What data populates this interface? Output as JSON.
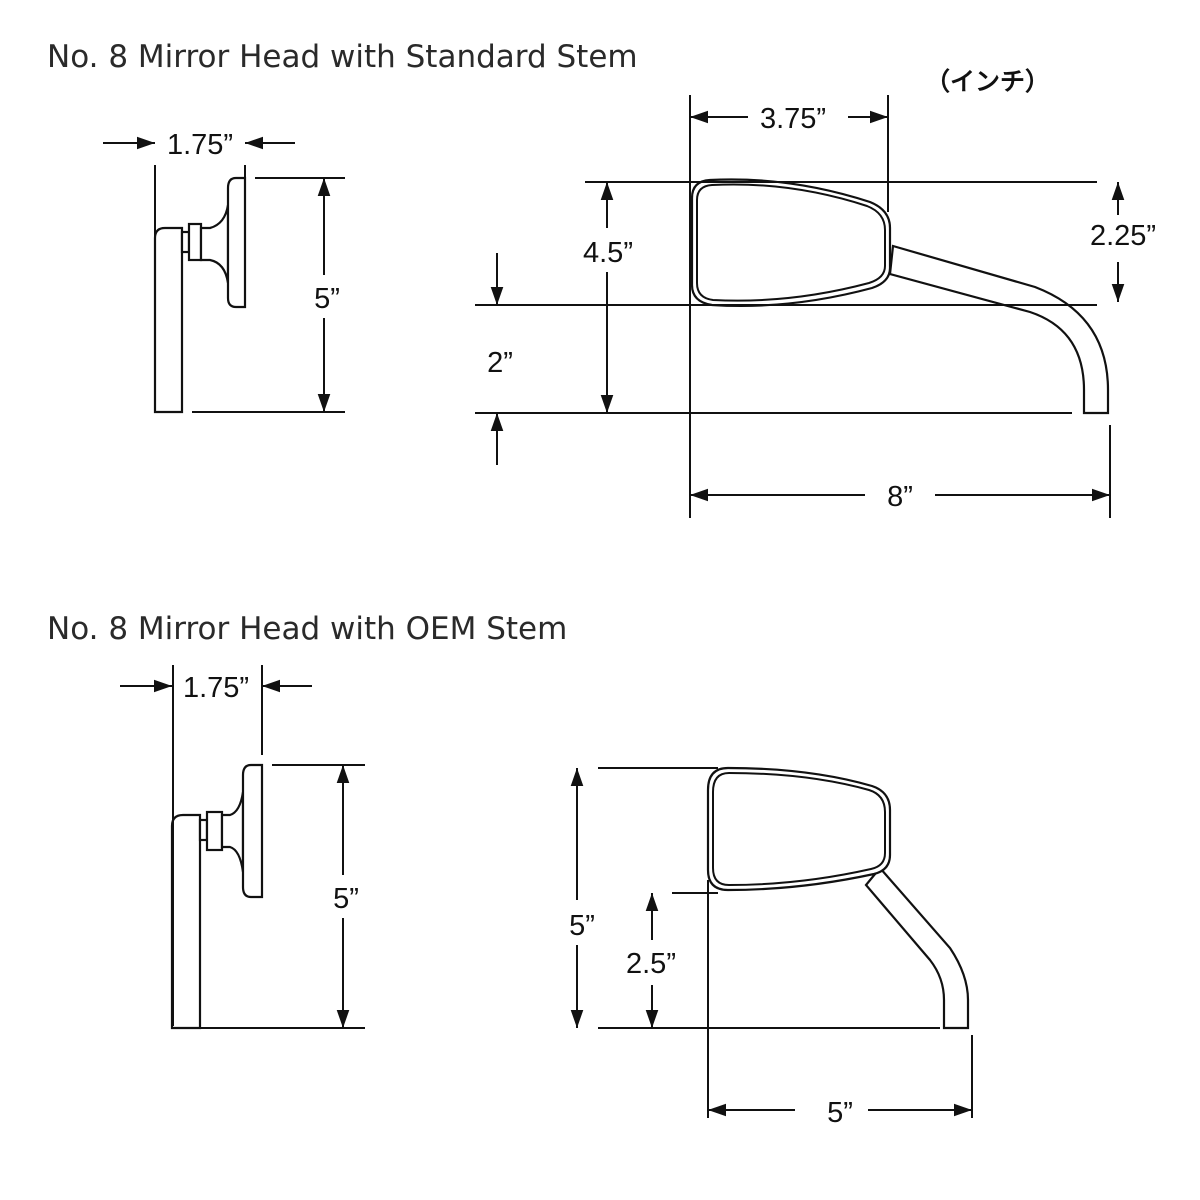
{
  "unit_label": "（インチ）",
  "sections": [
    {
      "title": "No. 8 Mirror Head with Standard Stem",
      "side_view": {
        "depth": "1.75”",
        "height": "5”"
      },
      "front_view": {
        "head_width": "3.75”",
        "head_height": "2.25”",
        "stem_height": "4.5”",
        "base_to_head": "2”",
        "overall_width": "8”"
      }
    },
    {
      "title": "No. 8 Mirror Head with OEM Stem",
      "side_view": {
        "depth": "1.75”",
        "height": "5”"
      },
      "front_view": {
        "overall_height": "5”",
        "base_to_head": "2.5”",
        "overall_width": "5”"
      }
    }
  ]
}
